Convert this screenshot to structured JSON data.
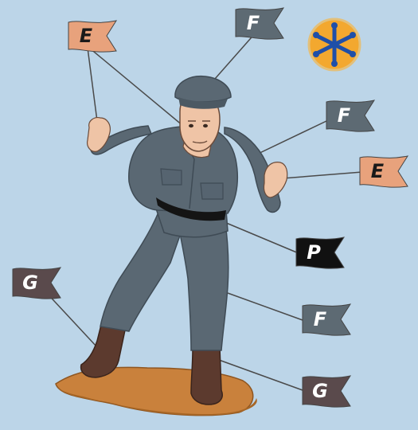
{
  "colors": {
    "background": "#bcd5e8",
    "uniform": "#5a6873",
    "skin": "#efc4a6",
    "boots": "#5c3a2e",
    "base": "#c9813c",
    "flag_E": "#e8a27c",
    "flag_F": "#5d6a73",
    "flag_P": "#111111",
    "flag_G": "#5a4a4c",
    "badge_bg": "#f3a82f",
    "badge_star": "#1f4fa8"
  },
  "badge": {
    "icon": "asterisk-badge-icon"
  },
  "flags": [
    {
      "letter": "E"
    },
    {
      "letter": "F"
    },
    {
      "letter": "F"
    },
    {
      "letter": "E"
    },
    {
      "letter": "P"
    },
    {
      "letter": "G"
    },
    {
      "letter": "F"
    },
    {
      "letter": "G"
    }
  ]
}
